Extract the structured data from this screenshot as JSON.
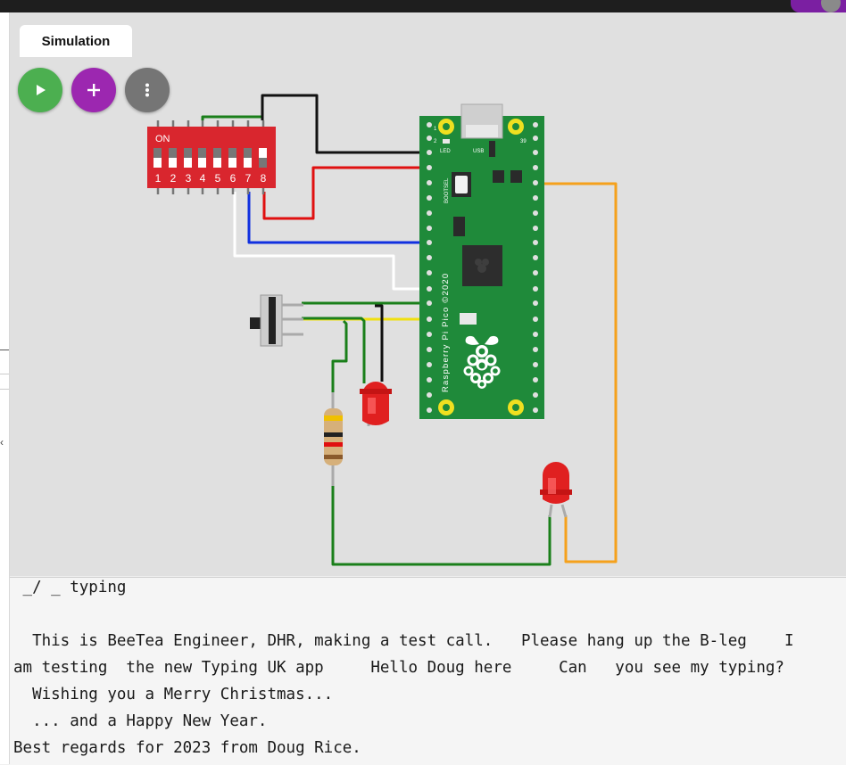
{
  "tab": {
    "label": "Simulation"
  },
  "toolbar": {
    "run_icon": "play-icon",
    "add_icon": "plus-icon",
    "more_icon": "more-vertical-icon",
    "run_color": "#4caf50",
    "add_color": "#9c27b0",
    "more_color": "#757575"
  },
  "dip_switch": {
    "on_label": "ON",
    "pins": [
      "1",
      "2",
      "3",
      "4",
      "5",
      "6",
      "7",
      "8"
    ]
  },
  "pico": {
    "led_label": "LED",
    "usb_label": "USB",
    "bootsel_label": "BOOTSEL",
    "board_label": "Raspberry Pi Pico ©2020",
    "pin_1": "1",
    "pin_2": "2",
    "pin_39": "39"
  },
  "console": {
    "lines": [
      " _/ _ typing",
      "",
      "  This is BeeTea Engineer, DHR, making a test call.   Please hang up the B-leg    I",
      "am testing  the new Typing UK app     Hello Doug here     Can   you see my typing?",
      "  Wishing you a Merry Christmas...",
      "  ... and a Happy New Year.",
      "Best regards for 2023 from Doug Rice."
    ]
  }
}
